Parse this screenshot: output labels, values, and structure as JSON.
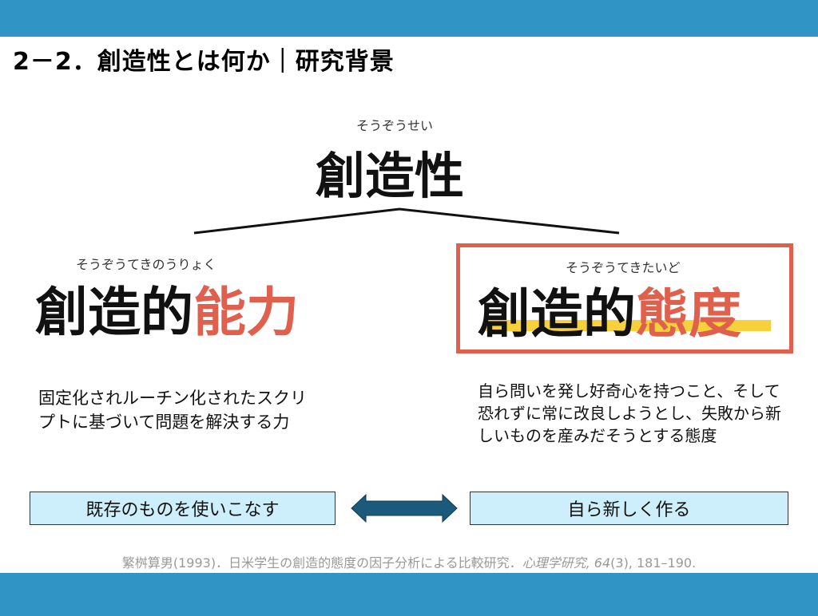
{
  "slide": {
    "title": "2－2．創造性とは何か｜研究背景",
    "top": {
      "ruby": "そうぞうせい",
      "word": "創造性"
    },
    "left": {
      "ruby": "そうぞうてきのうりょく",
      "word_black": "創造的",
      "word_red": "能力",
      "description": "固定化されルーチン化されたスクリプトに基づいて問題を解決する力",
      "box": "既存のものを使いこなす"
    },
    "right": {
      "ruby": "そうぞうてきたいど",
      "word_black": "創造的",
      "word_red": "態度",
      "description": "自ら問いを発し好奇心を持つこと、そして恐れずに常に改良しようとし、失敗から新しいものを産みだそうとする態度",
      "box": "自ら新しく作る"
    },
    "citation": {
      "text": "繁桝算男(1993)．日米学生の創造的態度の因子分析による比較研究．",
      "journal": "心理学研究,",
      "volume": "64",
      "rest": "(3), 181–190."
    },
    "colors": {
      "accent": "#e0604e",
      "bar": "#3095c4",
      "arrow": "#1b5a7a",
      "highlight": "#f7d13b"
    }
  }
}
